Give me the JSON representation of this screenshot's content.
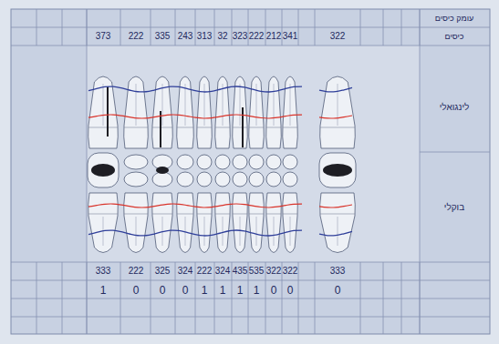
{
  "diagram": {
    "labels": [
      "עומק כיסים",
      "כיסים",
      "373",
      "222",
      "335",
      "243",
      "313",
      "32",
      "323",
      "222",
      "212",
      "341",
      "322",
      "לינגואלי",
      "בוקלי",
      "333",
      "222",
      "325",
      "324",
      "222",
      "324",
      "435",
      "535",
      "322",
      "322",
      "333",
      "1",
      "0",
      "0",
      "0",
      "1",
      "1",
      "1",
      "1",
      "0",
      "0",
      "0"
    ]
  }
}
